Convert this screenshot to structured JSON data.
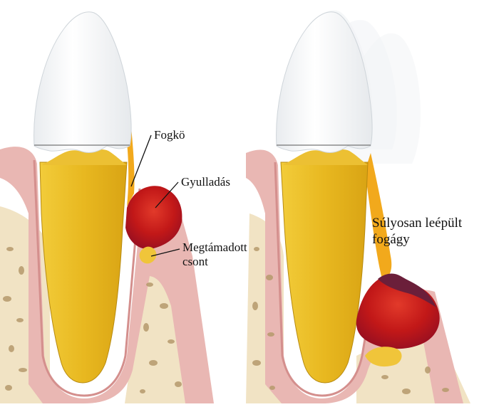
{
  "labels": {
    "fogko": "Fogkö",
    "gyulladas": "Gyulladás",
    "megtamadott_line1": "Megtámadott",
    "megtamadott_line2": "csont",
    "sulyosan_line1": "Súlyosan leépült",
    "sulyosan_line2": "fogágy"
  },
  "colors": {
    "enamel": "#f7f7f4",
    "dentin": "#e8b820",
    "calculus": "#f2a91c",
    "gum": "#e9b7b3",
    "gum_edge": "#d48f8d",
    "bone": "#f1e3c4",
    "bone_pore": "#b69a6c",
    "inflammation": "#c21818",
    "deep_inflammation": "#6b1f3a",
    "background": "#ffffff"
  },
  "icons": [
    "healthy-tooth-illustration",
    "periodontitis-tooth-illustration"
  ]
}
